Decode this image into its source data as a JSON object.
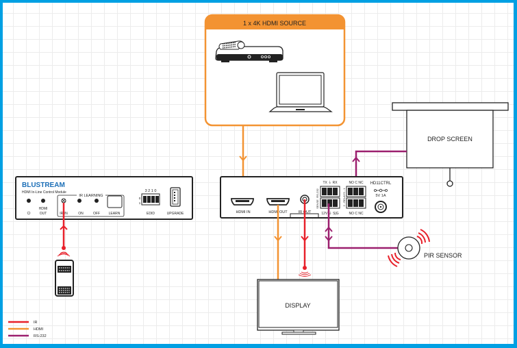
{
  "source_box": {
    "title": "1 x 4K HDMI SOURCE",
    "devices": [
      "set-top-box",
      "laptop"
    ],
    "header_color": "#f39332"
  },
  "control_module": {
    "brand": "BLUSTREAM",
    "model": "HDMI In-Line Control Module",
    "power_label": "⏻",
    "hdmi_out_label": "HDMI\nOUT",
    "hdmi_label": "HDMI",
    "out_label": "OUT",
    "ir_learning_label": "IR LEARNING",
    "ir_in_label": "IR IN",
    "on_label": "ON",
    "off_label": "OFF",
    "learn_label": "LEARN",
    "edid_label": "EDID",
    "edid_top_labels": "3 2 1 0",
    "edid_side_labels": [
      "0",
      "1"
    ],
    "upgrade_label": "UPGRADE"
  },
  "main_unit": {
    "hdmi_in_label": "HDMI IN",
    "hdmi_out_label": "HDMI OUT",
    "ir_out_label": "IR OUT",
    "rs232_top_label": "TX ⏚ RX",
    "rs232_side_label": "RS-232",
    "sense_side_label": "SENSE",
    "sense_bottom_label": "12V ⏚ S|G",
    "relay_top_label": "NO C NC",
    "relay_bottom_label": "NO C NC",
    "relay_side_label": "2 - RELAYS - 1",
    "ctrl_label": "HD11CTRL",
    "power_label": "5V 1A"
  },
  "drop_screen": {
    "label": "DROP SCREEN"
  },
  "display": {
    "label": "DISPLAY"
  },
  "pir_sensor": {
    "label": "PIR SENSOR"
  },
  "legend": [
    {
      "label": "IR",
      "color": "#e8202a"
    },
    {
      "label": "HDMI",
      "color": "#f39332"
    },
    {
      "label": "RS-232",
      "color": "#9b1f6e"
    }
  ],
  "colors": {
    "border": "#00a0e3",
    "ir": "#e8202a",
    "hdmi": "#f39332",
    "rs232": "#9b1f6e"
  }
}
